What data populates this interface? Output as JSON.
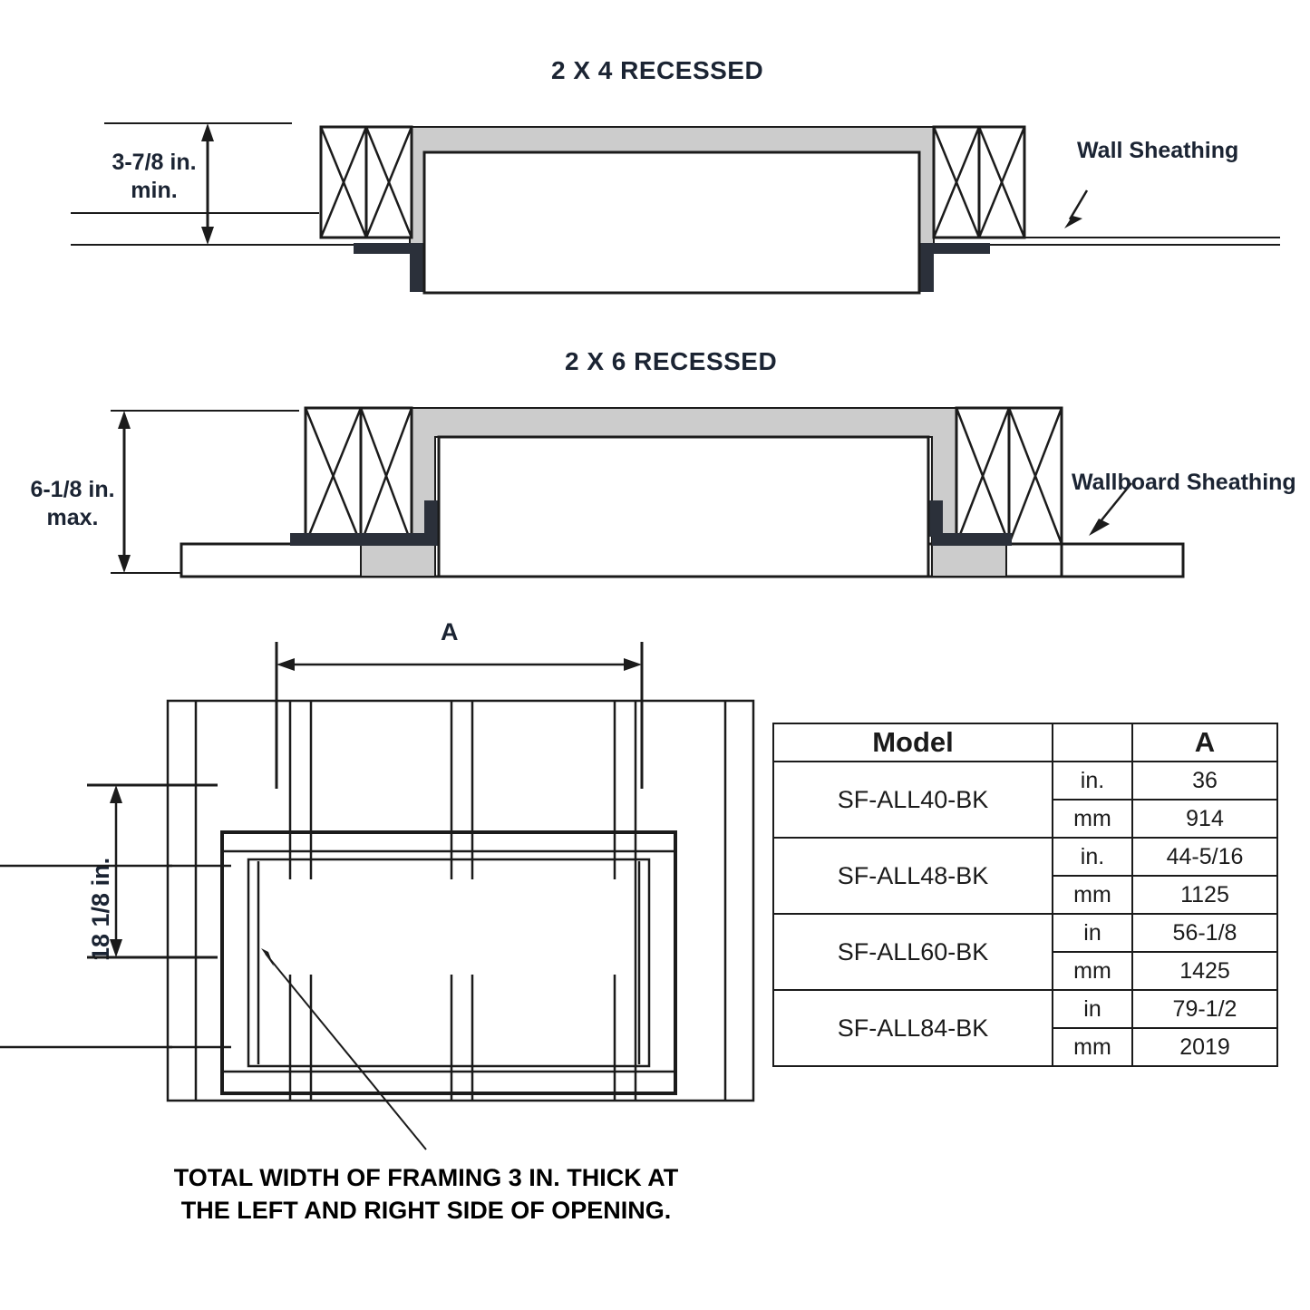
{
  "sections": {
    "diagram_2x4": {
      "title": "2 X 4 RECESSED",
      "dimension_label": "3-7/8 in.",
      "dimension_qualifier": "min.",
      "callout": "Wall Sheathing"
    },
    "diagram_2x6": {
      "title": "2 X 6 RECESSED",
      "dimension_label": "6-1/8 in.",
      "dimension_qualifier": "max.",
      "callout": "Wallboard Sheathing"
    },
    "plan_view": {
      "width_dimension_label": "A",
      "height_dimension_label": "18 1/8 in.",
      "note_line1": "TOTAL WIDTH OF FRAMING 3 IN. THICK AT",
      "note_line2": "THE LEFT AND RIGHT SIDE OF OPENING."
    }
  },
  "spec_table": {
    "headers": {
      "model": "Model",
      "unit": "",
      "a": "A"
    },
    "rows": [
      {
        "model": "SF-ALL40-BK",
        "unit_in": "in.",
        "value_in": "36",
        "unit_mm": "mm",
        "value_mm": "914"
      },
      {
        "model": "SF-ALL48-BK",
        "unit_in": "in.",
        "value_in": "44-5/16",
        "unit_mm": "mm",
        "value_mm": "1125"
      },
      {
        "model": "SF-ALL60-BK",
        "unit_in": "in",
        "value_in": "56-1/8",
        "unit_mm": "mm",
        "value_mm": "1425"
      },
      {
        "model": "SF-ALL84-BK",
        "unit_in": "in",
        "value_in": "79-1/2",
        "unit_mm": "mm",
        "value_mm": "2019"
      }
    ]
  },
  "colors": {
    "line": "#1b1b1b",
    "text": "#1b2433",
    "recess_fill": "#cccccc",
    "flange_fill": "#2b303a",
    "background": "#ffffff"
  }
}
